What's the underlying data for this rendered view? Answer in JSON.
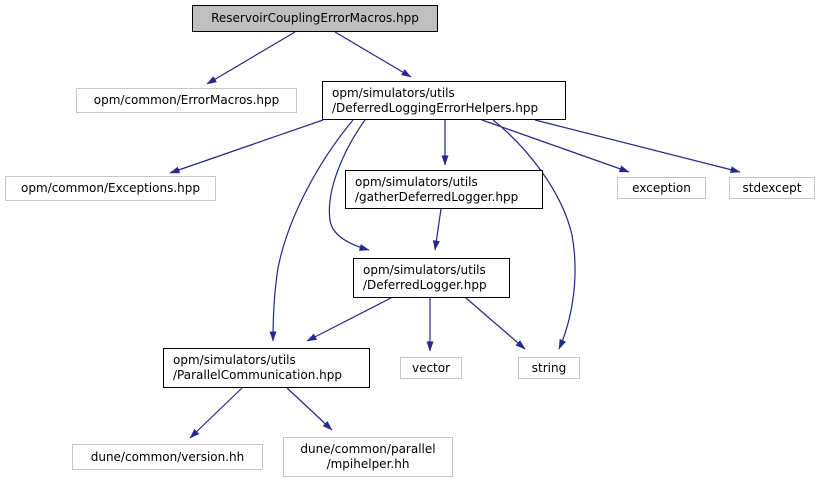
{
  "diagram": {
    "type": "include-dependency-graph",
    "background_color": "#ffffff",
    "edge_color": "#26268b",
    "main_node_fill": "#bfbfbf",
    "documented_node_border": "#000000",
    "external_node_border": "#c6c6c6",
    "nodes": {
      "main": {
        "label": "ReservoirCouplingErrorMacros.hpp"
      },
      "error_macros": {
        "label": "opm/common/ErrorMacros.hpp"
      },
      "deferred_logging_error_helpers": {
        "label": "opm/simulators/utils\n/DeferredLoggingErrorHelpers.hpp"
      },
      "exceptions": {
        "label": "opm/common/Exceptions.hpp"
      },
      "gather_deferred_logger": {
        "label": "opm/simulators/utils\n/gatherDeferredLogger.hpp"
      },
      "exception": {
        "label": "exception"
      },
      "stdexcept": {
        "label": "stdexcept"
      },
      "deferred_logger": {
        "label": "opm/simulators/utils\n/DeferredLogger.hpp"
      },
      "parallel_communication": {
        "label": "opm/simulators/utils\n/ParallelCommunication.hpp"
      },
      "vector": {
        "label": "vector"
      },
      "string": {
        "label": "string"
      },
      "dune_version": {
        "label": "dune/common/version.hh"
      },
      "dune_mpihelper": {
        "label": "dune/common/parallel\n/mpihelper.hh"
      }
    },
    "edges": [
      {
        "from": "ReservoirCouplingErrorMacros.hpp",
        "to": "opm/common/ErrorMacros.hpp"
      },
      {
        "from": "ReservoirCouplingErrorMacros.hpp",
        "to": "opm/simulators/utils/DeferredLoggingErrorHelpers.hpp"
      },
      {
        "from": "opm/simulators/utils/DeferredLoggingErrorHelpers.hpp",
        "to": "opm/common/Exceptions.hpp"
      },
      {
        "from": "opm/simulators/utils/DeferredLoggingErrorHelpers.hpp",
        "to": "opm/simulators/utils/gatherDeferredLogger.hpp"
      },
      {
        "from": "opm/simulators/utils/DeferredLoggingErrorHelpers.hpp",
        "to": "opm/simulators/utils/DeferredLogger.hpp"
      },
      {
        "from": "opm/simulators/utils/DeferredLoggingErrorHelpers.hpp",
        "to": "opm/simulators/utils/ParallelCommunication.hpp"
      },
      {
        "from": "opm/simulators/utils/DeferredLoggingErrorHelpers.hpp",
        "to": "exception"
      },
      {
        "from": "opm/simulators/utils/DeferredLoggingErrorHelpers.hpp",
        "to": "stdexcept"
      },
      {
        "from": "opm/simulators/utils/DeferredLoggingErrorHelpers.hpp",
        "to": "string"
      },
      {
        "from": "opm/simulators/utils/gatherDeferredLogger.hpp",
        "to": "opm/simulators/utils/DeferredLogger.hpp"
      },
      {
        "from": "opm/simulators/utils/DeferredLogger.hpp",
        "to": "opm/simulators/utils/ParallelCommunication.hpp"
      },
      {
        "from": "opm/simulators/utils/DeferredLogger.hpp",
        "to": "vector"
      },
      {
        "from": "opm/simulators/utils/DeferredLogger.hpp",
        "to": "string"
      },
      {
        "from": "opm/simulators/utils/ParallelCommunication.hpp",
        "to": "dune/common/version.hh"
      },
      {
        "from": "opm/simulators/utils/ParallelCommunication.hpp",
        "to": "dune/common/parallel/mpihelper.hh"
      }
    ]
  }
}
